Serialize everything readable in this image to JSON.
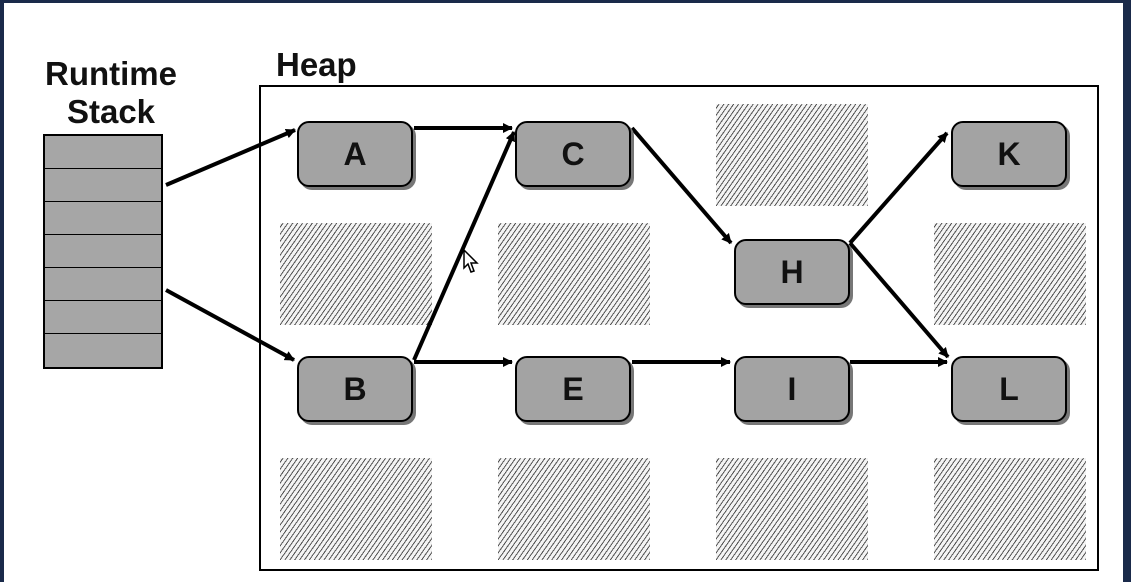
{
  "diagram": {
    "stack_title": "Runtime\nStack",
    "heap_title": "Heap",
    "stack_cell_count": 7,
    "nodes": {
      "A": "A",
      "B": "B",
      "C": "C",
      "E": "E",
      "H": "H",
      "I": "I",
      "K": "K",
      "L": "L"
    },
    "edges": [
      [
        "stack",
        "A"
      ],
      [
        "stack",
        "B"
      ],
      [
        "A",
        "C"
      ],
      [
        "B",
        "C"
      ],
      [
        "B",
        "E"
      ],
      [
        "C",
        "H"
      ],
      [
        "E",
        "I"
      ],
      [
        "I",
        "L"
      ],
      [
        "H",
        "K"
      ],
      [
        "H",
        "L"
      ]
    ],
    "colors": {
      "node_fill": "#a3a3a3",
      "stack_fill": "#a6a6a6",
      "hatch": "#555555"
    }
  }
}
